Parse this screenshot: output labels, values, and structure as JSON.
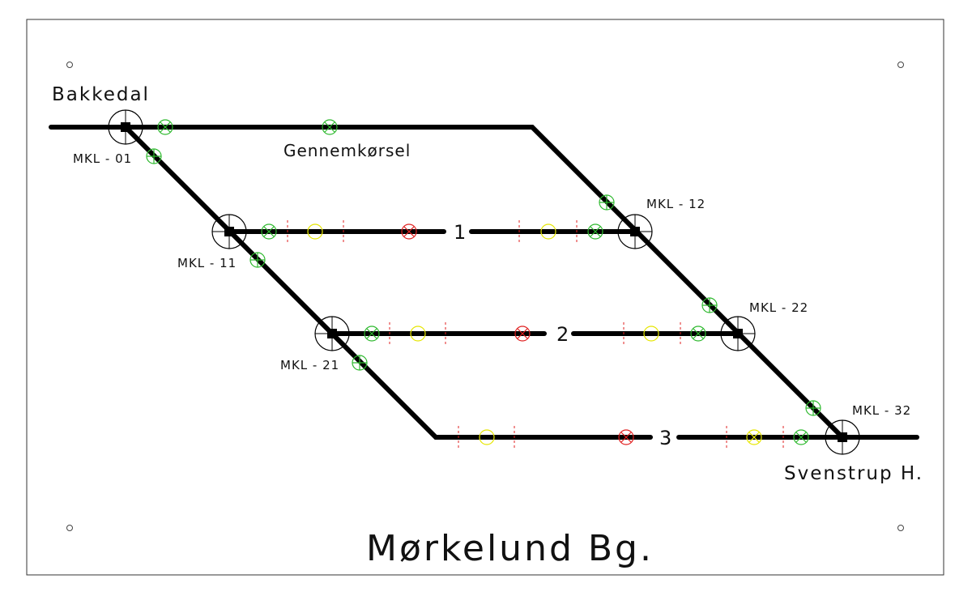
{
  "diagram": {
    "title": "Mørkelund Bg.",
    "stations": {
      "west": "Bakkedal",
      "east": "Svenstrup H."
    },
    "through_label": "Gennemkørsel",
    "tracks": [
      "1",
      "2",
      "3"
    ],
    "switches": [
      "MKL - 01",
      "MKL - 11",
      "MKL - 21",
      "MKL - 12",
      "MKL - 22",
      "MKL - 32"
    ],
    "colors": {
      "track": "#000000",
      "signal_proceed": "#2db82d",
      "signal_caution": "#e6e600",
      "signal_stop": "#e02020",
      "frame": "#333333"
    }
  }
}
